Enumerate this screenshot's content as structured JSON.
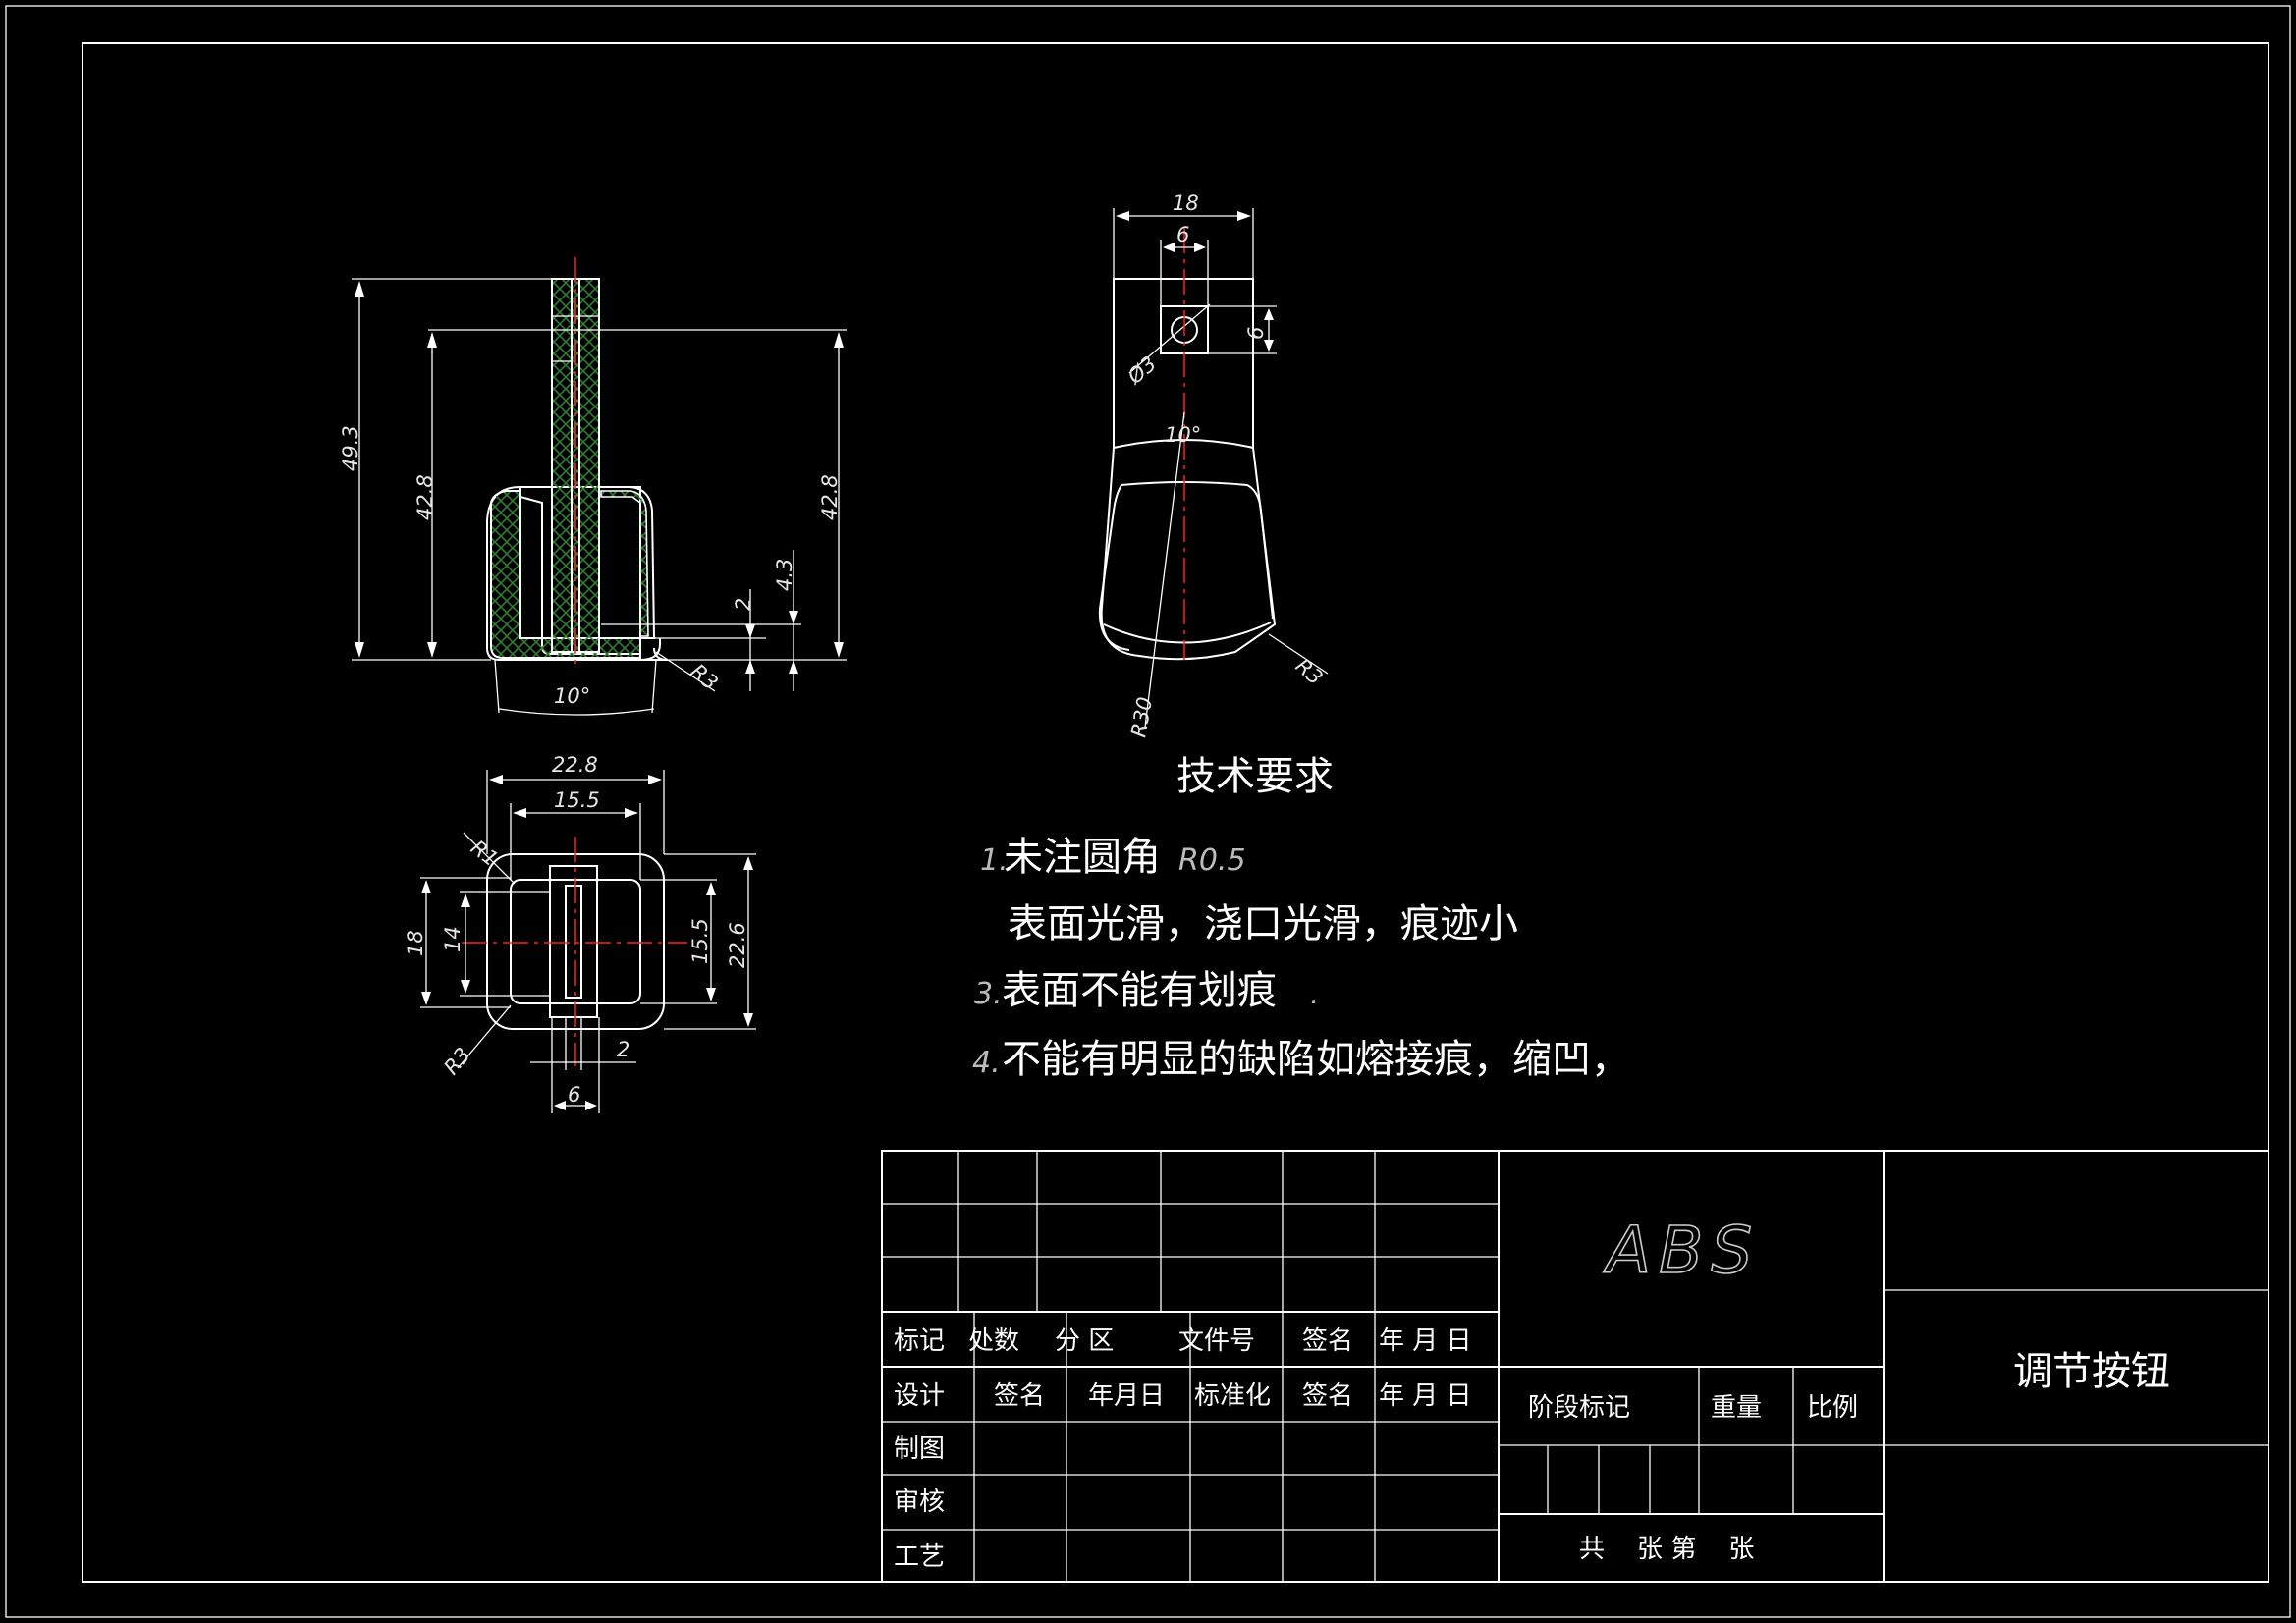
{
  "colors": {
    "background": "#000000",
    "line": "#ffffff",
    "centerline": "#ff2020",
    "hatch": "#2e7d32"
  },
  "front_view": {
    "dims": {
      "overall_height": "49.3",
      "body_height_left": "42.8",
      "body_height_right": "42.8",
      "gap_a": "2",
      "gap_b": "4.3",
      "corner_radius": "R3",
      "draft_angle": "10°"
    }
  },
  "side_view": {
    "dims": {
      "width": "18",
      "square": "6",
      "hole": "Ø3",
      "hole_offset": "6",
      "draft_angle": "10°",
      "bottom_radius": "R30",
      "corner_radius": "R3"
    }
  },
  "top_view": {
    "dims": {
      "outer_width": "22.8",
      "inner_width": "15.5",
      "inner_radius": "R1",
      "height_outer_left": "18",
      "height_inner_left": "14",
      "height_inner_right": "15.5",
      "height_outer_right": "22.6",
      "corner_radius": "R3",
      "slot": "2",
      "stem": "6"
    }
  },
  "tech_requirements": {
    "title": "技术要求",
    "items": [
      {
        "num": "1.",
        "text": "未注圆角",
        "suffix": "R0.5"
      },
      {
        "num": "",
        "text": "表面光滑，浇口光滑，痕迹小",
        "suffix": ""
      },
      {
        "num": "3.",
        "text": "表面不能有划痕",
        "suffix": "."
      },
      {
        "num": "4.",
        "text": "不能有明显的缺陷如熔接痕，缩凹，",
        "suffix": ""
      }
    ]
  },
  "title_block": {
    "rev_headers": [
      "标记",
      "处数",
      "分 区",
      "文件号",
      "签名",
      "年 月 日"
    ],
    "sign_headers": [
      "设计",
      "签名",
      "年月日",
      "标准化",
      "签名",
      "年 月 日"
    ],
    "roles": [
      "制图",
      "审核",
      "工艺"
    ],
    "material": "ABS",
    "stage_label": "阶段标记",
    "weight_label": "重量",
    "scale_label": "比例",
    "sheet_text": "共    张 第    张",
    "part_name": "调节按钮"
  }
}
